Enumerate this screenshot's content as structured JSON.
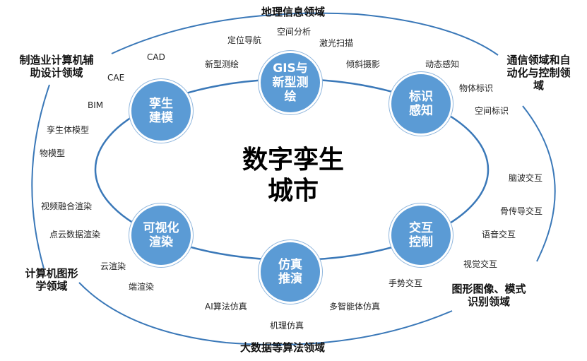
{
  "center_title": "数字孪生\n城市",
  "colors": {
    "node_fill": "#5b9bd5",
    "ring": "#3a78b8"
  },
  "nodes": [
    {
      "id": "gis",
      "label": "GIS与\n新型测\n绘"
    },
    {
      "id": "sense",
      "label": "标识\n感知"
    },
    {
      "id": "interact",
      "label": "交互\n控制"
    },
    {
      "id": "sim",
      "label": "仿真\n推演"
    },
    {
      "id": "vis",
      "label": "可视化\n渲染"
    },
    {
      "id": "model",
      "label": "孪生\n建模"
    }
  ],
  "domains": [
    {
      "id": "geo",
      "label": "地理信息领域"
    },
    {
      "id": "comm",
      "label": "通信领域和自\n动化与控制领\n域"
    },
    {
      "id": "cv",
      "label": "图形图像、模式\n识别领域"
    },
    {
      "id": "bigdata",
      "label": "大数据等算法领域"
    },
    {
      "id": "graphics",
      "label": "计算机图形\n学领域"
    },
    {
      "id": "cad",
      "label": "制造业计算机辅\n助设计领域"
    }
  ],
  "techs": {
    "spatial_analysis": "空间分析",
    "positioning": "定位导航",
    "laser_scan": "激光扫描",
    "oblique_photo": "倾斜摄影",
    "new_survey": "新型测绘",
    "dynamic_sense": "动态感知",
    "iot_id": "物体标识",
    "space_id": "空间标识",
    "bci": "脑波交互",
    "gesture_wave": "骨传导交互",
    "voice": "语音交互",
    "visual": "视觉交互",
    "hand": "手势交互",
    "multi_agent": "多智能体仿真",
    "mech_sim": "机理仿真",
    "ai_sim": "AI算法仿真",
    "end_render": "端渲染",
    "cloud_render": "云渲染",
    "pointcloud": "点云数据渲染",
    "video_fusion": "视频融合渲染",
    "physical_model": "物模型",
    "twin_model": "孪生体模型",
    "bim": "BIM",
    "cae": "CAE",
    "cad": "CAD"
  }
}
